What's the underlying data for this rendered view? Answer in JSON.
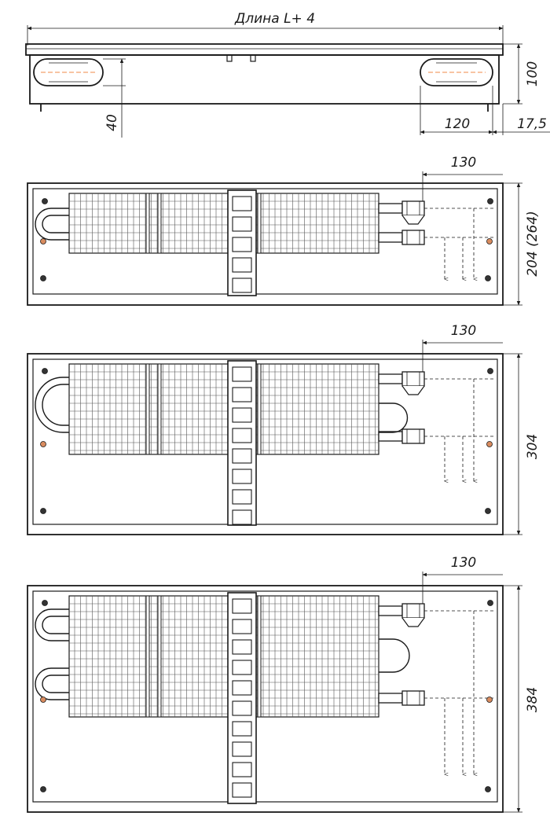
{
  "drawing": {
    "side_view": {
      "length_label": "Длина L+ 4",
      "height_label": "100",
      "foot_label": "40",
      "opening_label": "120",
      "offset_label": "17,5"
    },
    "plans": [
      {
        "id": "plan-204",
        "width_label": "204 (264)",
        "pipe_offset_label": "130"
      },
      {
        "id": "plan-304",
        "width_label": "304",
        "pipe_offset_label": "130"
      },
      {
        "id": "plan-384",
        "width_label": "384",
        "pipe_offset_label": "130"
      }
    ]
  }
}
